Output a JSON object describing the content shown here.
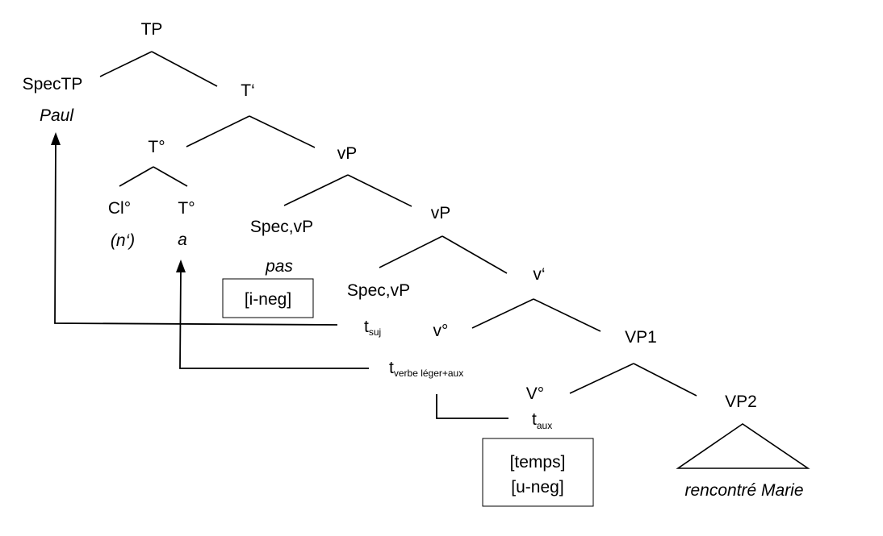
{
  "tree": {
    "nodes": {
      "tp": "TP",
      "spec_tp": "SpecTP",
      "spec_tp_word": "Paul",
      "t_bar": "T‘",
      "t_head": "T°",
      "cl_head": "Cl°",
      "cl_word": "(n‘)",
      "t_low": "T°",
      "t_word": "a",
      "vp_top": "vP",
      "spec_vp_outer": "Spec,vP",
      "spec_vp_outer_word": "pas",
      "neg_feature": "[i-neg]",
      "vp_mid": "vP",
      "spec_vp_inner": "Spec,vP",
      "v_bar": "v‘",
      "v_head": "v°",
      "vp1": "VP1",
      "v_lower_head": "V°",
      "vp2": "VP2",
      "vp2_content": "rencontré Marie"
    },
    "traces": {
      "subject": {
        "base": "t",
        "sub": "suj"
      },
      "light_verb": {
        "base": "t",
        "sub": "verbe léger+aux"
      },
      "aux": {
        "base": "t",
        "sub": "aux"
      }
    },
    "feature_box": {
      "line1": "[temps]",
      "line2": "[u-neg]"
    }
  }
}
